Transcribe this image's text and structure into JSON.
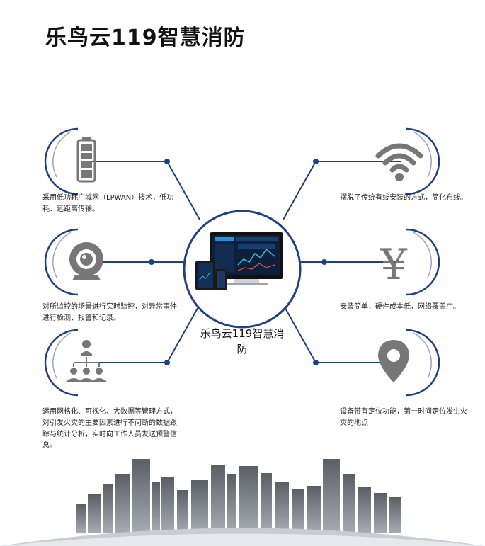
{
  "title": "乐鸟云119智慧消防",
  "center": {
    "label": "乐鸟云119智慧消防"
  },
  "features": {
    "left": [
      {
        "icon": "battery-icon",
        "text": "采用低功耗广域网（LPWAN）技术，低功耗、远距离传输。"
      },
      {
        "icon": "camera-icon",
        "text": "对所监控的场景进行实时监控，对异常事件进行检测、报警和记录。"
      },
      {
        "icon": "org-chart-icon",
        "text": "运用网格化、可视化、大数据等管理方式，对引发火灾的主要因素进行不间断的数据跟踪与统计分析，实时向工作人员发送预警信息。"
      }
    ],
    "right": [
      {
        "icon": "wifi-icon",
        "text": "摆脱了传统有线安装的方式，简化布线。"
      },
      {
        "icon": "yen-icon",
        "text": "安装简单，硬件成本低，网络覆盖广。"
      },
      {
        "icon": "location-pin-icon",
        "text": "设备带有定位功能，第一时间定位发生火灾的地点"
      }
    ]
  },
  "colors": {
    "accent": "#1f3f86",
    "icon_gray": "#777777",
    "text": "#222222"
  }
}
